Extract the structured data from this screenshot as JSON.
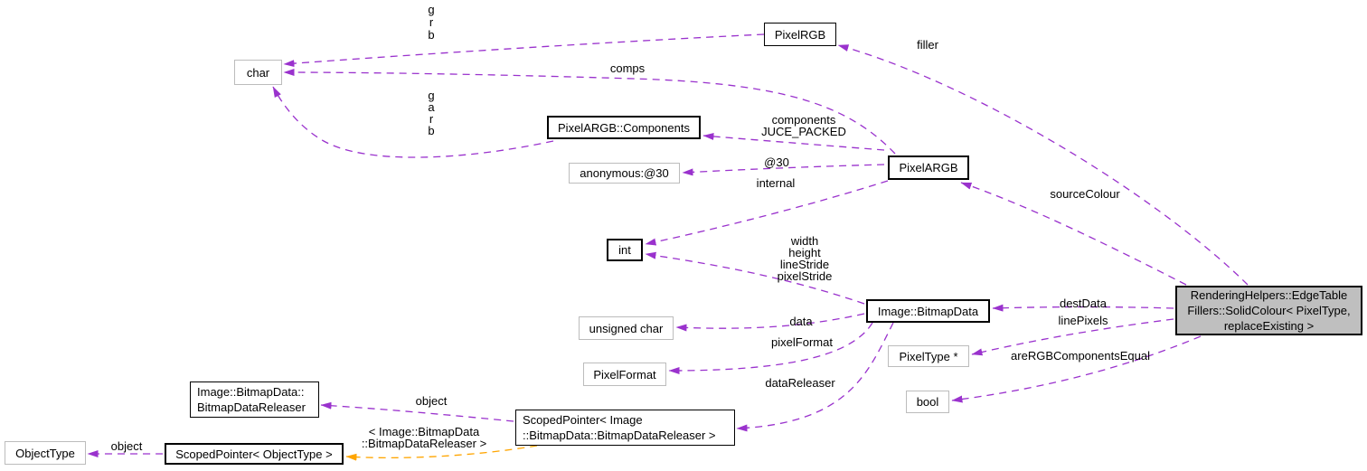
{
  "diagram_type": "doxygen-collaboration-graph",
  "colors": {
    "usage_edge": "#9a32cd",
    "template_relation_edge": "#ffa500",
    "focus_node_fill": "#bfbfbf",
    "undocumented_node_border": "#bcbcbc",
    "documented_node_border": "#000000",
    "background": "#ffffff",
    "text": "#000000"
  },
  "nodes": {
    "char": {
      "label": "char"
    },
    "pixelrgb": {
      "label": "PixelRGB"
    },
    "components": {
      "label": "PixelARGB::Components"
    },
    "anon30": {
      "label": "anonymous:@30"
    },
    "pixelargb": {
      "label": "PixelARGB"
    },
    "int": {
      "label": "int"
    },
    "uchar": {
      "label": "unsigned char"
    },
    "bitmapdata": {
      "label": "Image::BitmapData"
    },
    "pixelformat": {
      "label": "PixelFormat"
    },
    "pixeltype": {
      "label": "PixelType *"
    },
    "bool": {
      "label": "bool"
    },
    "main": {
      "label": "RenderingHelpers::EdgeTable\nFillers::SolidColour< PixelType,\nreplaceExisting >"
    },
    "releaser": {
      "label": "Image::BitmapData::\nBitmapDataReleaser"
    },
    "objecttype": {
      "label": "ObjectType"
    },
    "sp_objecttype": {
      "label": "ScopedPointer< ObjectType >"
    },
    "sp_image": {
      "label": "ScopedPointer< Image\n::BitmapData::BitmapDataReleaser >"
    }
  },
  "edge_labels": {
    "grb": "g\nr\nb",
    "comps": "comps",
    "garb": "g\na\nr\nb",
    "components_packed": "components\nJUCE_PACKED",
    "at30": "@30",
    "internal": "internal",
    "whlp": "width\nheight\nlineStride\npixelStride",
    "data": "data",
    "pixelformat": "pixelFormat",
    "datareleaser": "dataReleaser",
    "filler": "filler",
    "sourcecolour": "sourceColour",
    "destdata": "destData",
    "linepixels": "linePixels",
    "arergb": "areRGBComponentsEqual",
    "object1": "object",
    "object2": "object",
    "template_args": "< Image::BitmapData\n::BitmapDataReleaser >"
  },
  "edges": [
    {
      "from": "PixelRGB",
      "to": "char",
      "label": "g\nr\nb",
      "type": "usage"
    },
    {
      "from": "PixelARGB",
      "to": "char",
      "label": "comps",
      "type": "usage"
    },
    {
      "from": "PixelARGB::Components",
      "to": "char",
      "label": "g\na\nr\nb",
      "type": "usage"
    },
    {
      "from": "PixelARGB",
      "to": "PixelARGB::Components",
      "label": "components\nJUCE_PACKED",
      "type": "usage"
    },
    {
      "from": "PixelARGB",
      "to": "anonymous:@30",
      "label": "@30",
      "type": "usage"
    },
    {
      "from": "PixelARGB",
      "to": "int",
      "label": "internal",
      "type": "usage"
    },
    {
      "from": "Image::BitmapData",
      "to": "int",
      "label": "width\nheight\nlineStride\npixelStride",
      "type": "usage"
    },
    {
      "from": "Image::BitmapData",
      "to": "unsigned char",
      "label": "data",
      "type": "usage"
    },
    {
      "from": "Image::BitmapData",
      "to": "PixelFormat",
      "label": "pixelFormat",
      "type": "usage"
    },
    {
      "from": "Image::BitmapData",
      "to": "ScopedPointer< Image::BitmapData::BitmapDataReleaser >",
      "label": "dataReleaser",
      "type": "usage"
    },
    {
      "from": "RenderingHelpers::EdgeTableFillers::SolidColour< PixelType, replaceExisting >",
      "to": "Image::BitmapData",
      "label": "destData",
      "type": "usage"
    },
    {
      "from": "RenderingHelpers::EdgeTableFillers::SolidColour< PixelType, replaceExisting >",
      "to": "PixelType *",
      "label": "linePixels",
      "type": "usage"
    },
    {
      "from": "RenderingHelpers::EdgeTableFillers::SolidColour< PixelType, replaceExisting >",
      "to": "bool",
      "label": "areRGBComponentsEqual",
      "type": "usage"
    },
    {
      "from": "RenderingHelpers::EdgeTableFillers::SolidColour< PixelType, replaceExisting >",
      "to": "PixelARGB",
      "label": "sourceColour",
      "type": "usage"
    },
    {
      "from": "RenderingHelpers::EdgeTableFillers::SolidColour< PixelType, replaceExisting >",
      "to": "PixelRGB",
      "label": "filler",
      "type": "usage"
    },
    {
      "from": "ScopedPointer< Image::BitmapData::BitmapDataReleaser >",
      "to": "Image::BitmapData::BitmapDataReleaser",
      "label": "object",
      "type": "usage"
    },
    {
      "from": "ScopedPointer< ObjectType >",
      "to": "ObjectType",
      "label": "object",
      "type": "usage"
    },
    {
      "from": "ScopedPointer< Image::BitmapData::BitmapDataReleaser >",
      "to": "ScopedPointer< ObjectType >",
      "label": "< Image::BitmapData\n::BitmapDataReleaser >",
      "type": "template-instance"
    }
  ]
}
